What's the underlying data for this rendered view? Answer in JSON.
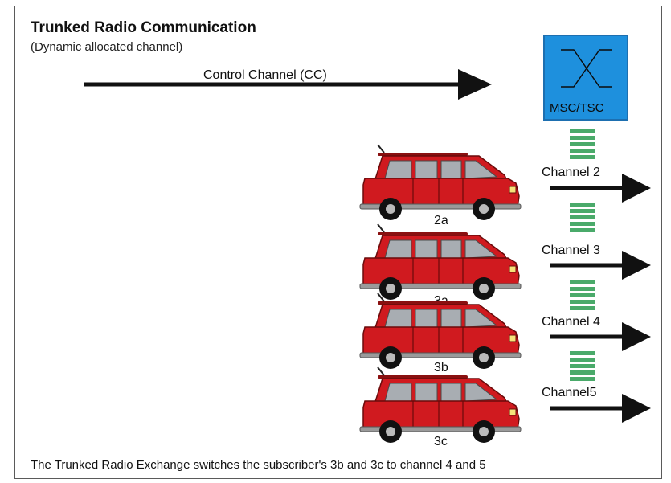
{
  "diagram": {
    "title": "Trunked Radio Communication",
    "subtitle": "(Dynamic allocated channel)",
    "control_channel_label": "Control Channel (CC)",
    "exchange_label": "MSC/TSC",
    "caption": "The Trunked Radio Exchange switches the subscriber's 3b and 3c to channel 4 and 5",
    "channels": [
      "Channel 2",
      "Channel 3",
      "Channel 4",
      "Channel5"
    ],
    "vehicles": [
      "2a",
      "3a",
      "3b",
      "3c"
    ],
    "colors": {
      "exchange_fill": "#1e90dd",
      "channel_indicator": "#4aaa6a",
      "vehicle_body": "#d01a1f",
      "arrow": "#111111"
    },
    "icons": [
      "switch-icon",
      "car-icon",
      "channel-indicator-icon",
      "arrow-icon"
    ]
  }
}
